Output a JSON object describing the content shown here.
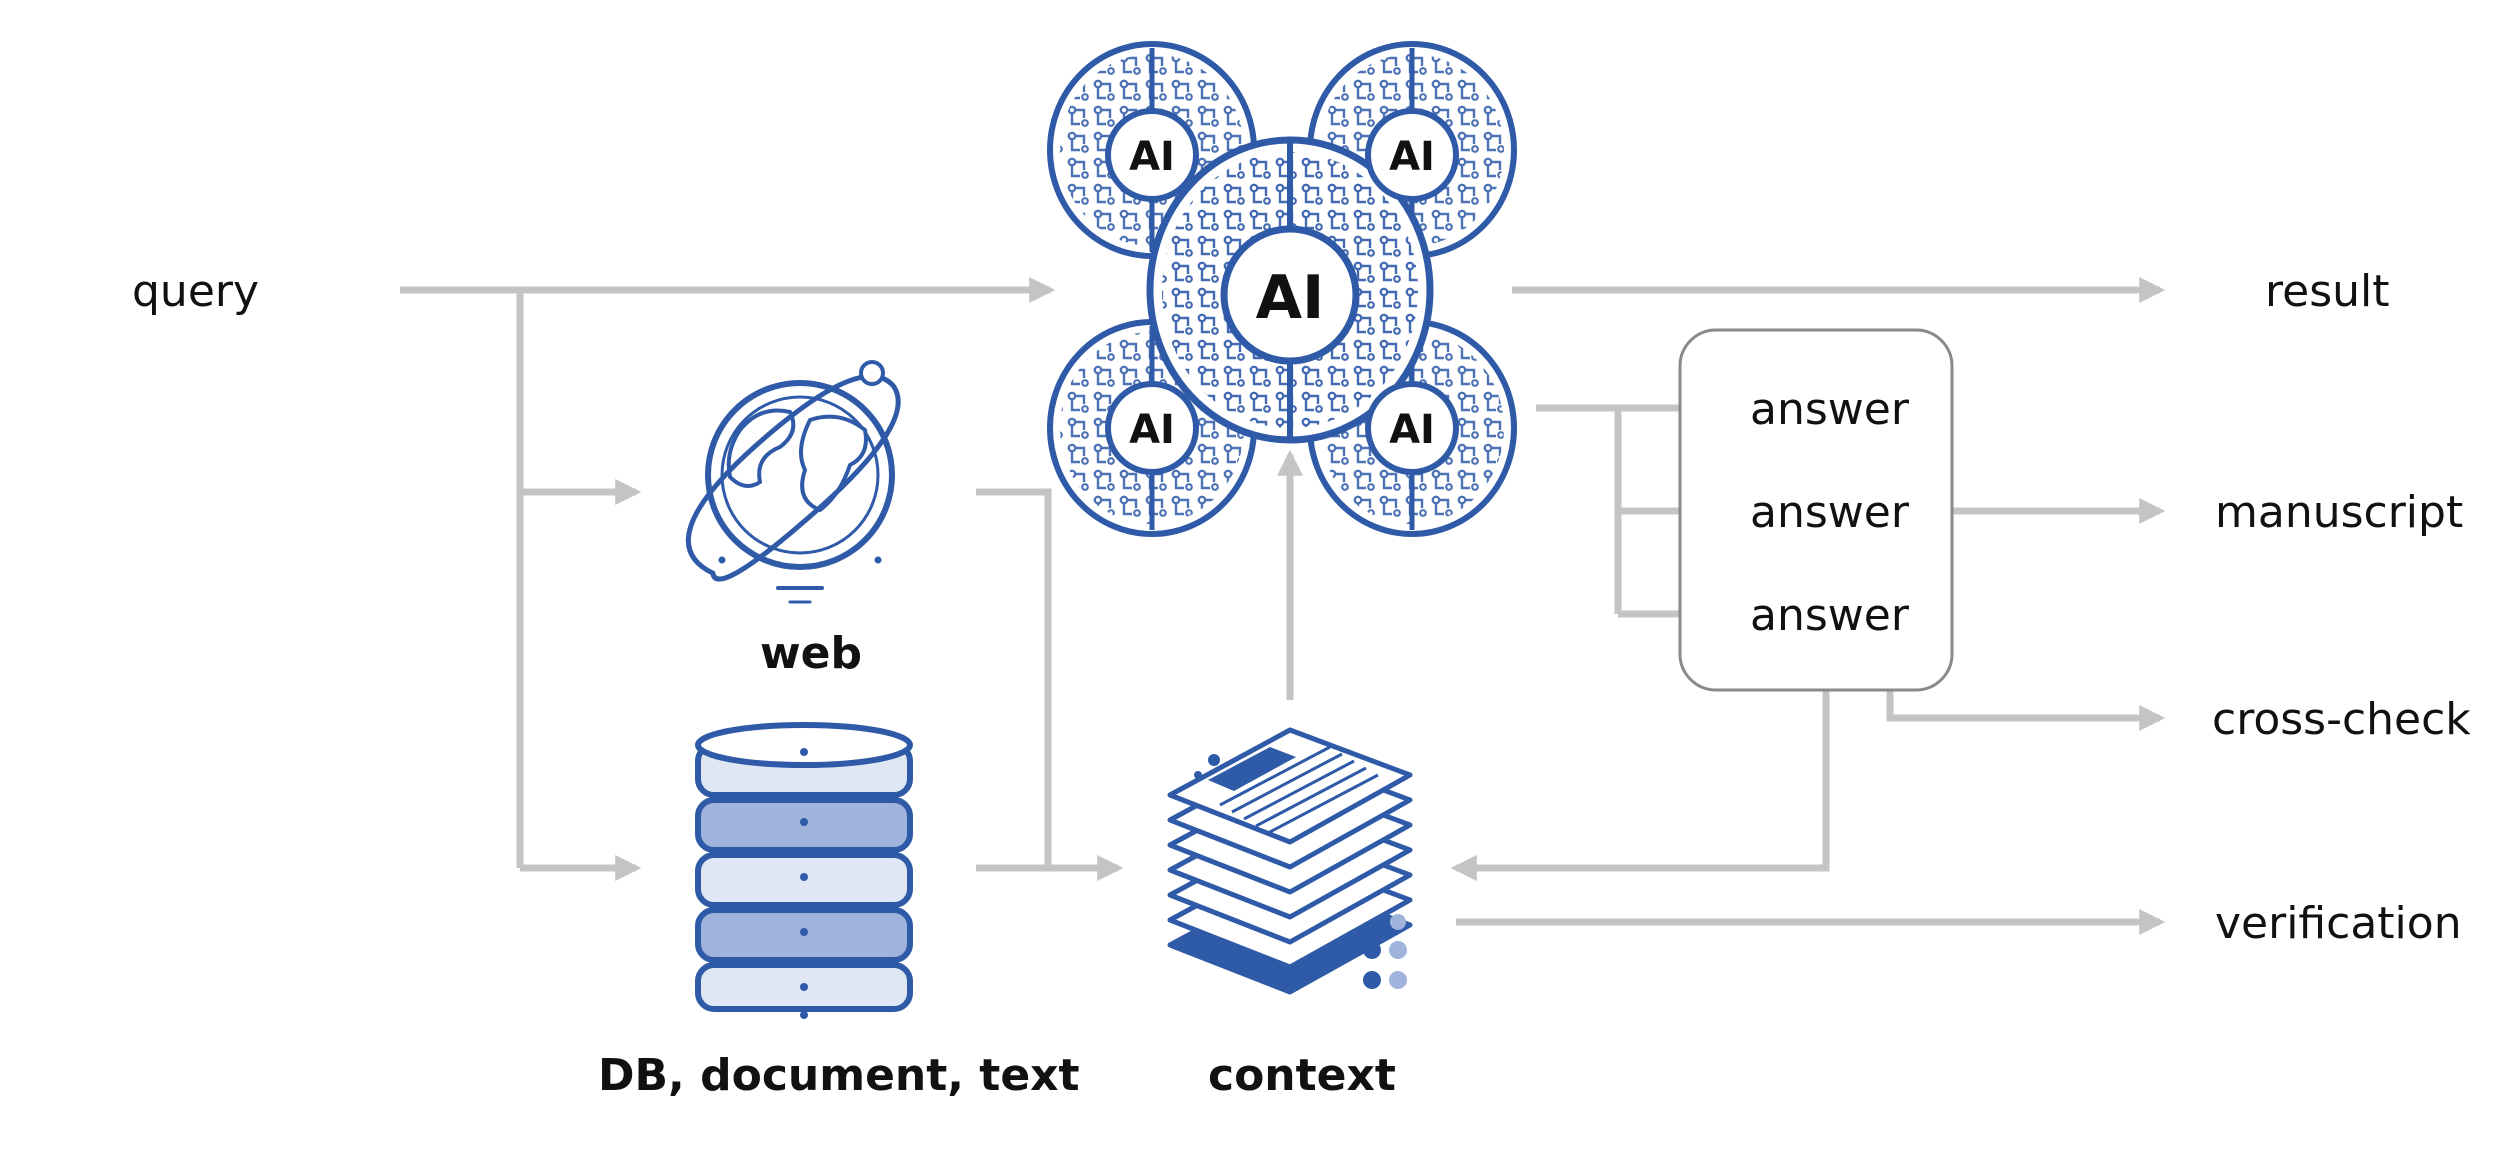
{
  "labels": {
    "query": "query",
    "web": "web",
    "db": "DB, document, text",
    "context": "context",
    "result": "result",
    "manuscript": "manuscript",
    "cross_check": "cross-check",
    "verification": "verification"
  },
  "answers": [
    "answer",
    "answer",
    "answer"
  ],
  "ai": {
    "center": "AI",
    "satellites": [
      "AI",
      "AI",
      "AI",
      "AI"
    ]
  },
  "colors": {
    "arrow": "#c4c4c4",
    "icon_blue": "#2f5aa8",
    "icon_light": "#9fb3dc",
    "box_border": "#8a8a8a",
    "text": "#111111"
  },
  "icons": [
    "brain-network-icon",
    "globe-icon",
    "database-icon",
    "documents-stack-icon"
  ]
}
